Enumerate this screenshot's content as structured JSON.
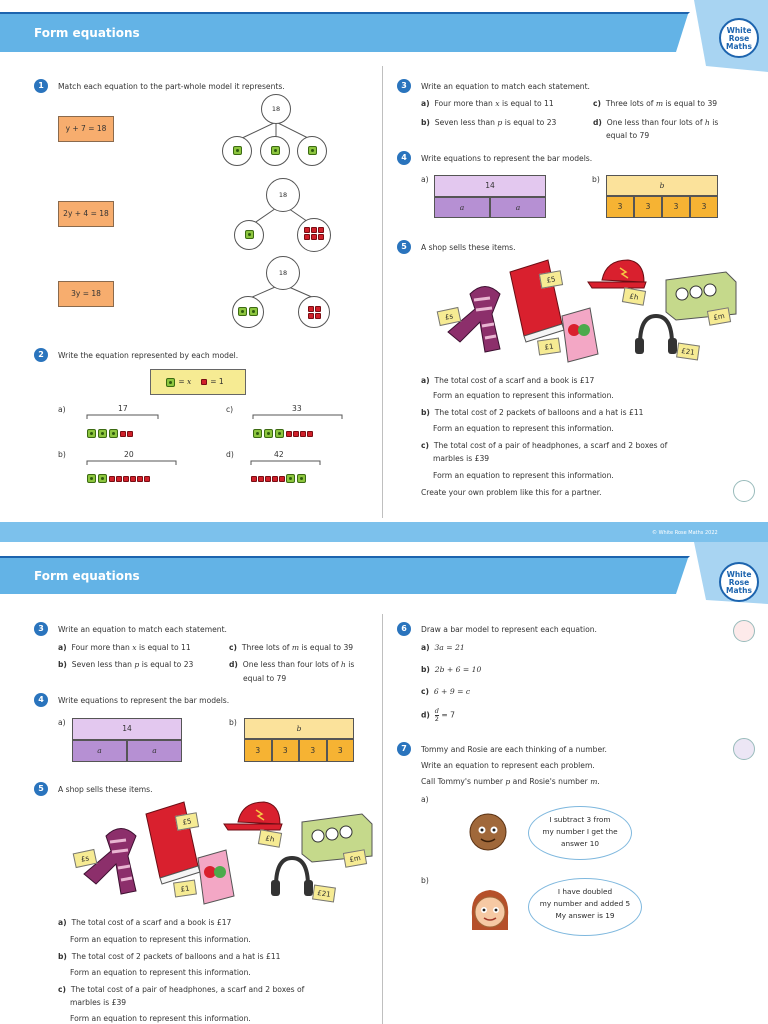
{
  "brand": {
    "logo_lines": [
      "White",
      "Rose",
      "Maths"
    ],
    "color_header": "#63b3e6",
    "color_header_dark": "#1d64ae"
  },
  "footer": {
    "copyright": "© White Rose Maths 2022"
  },
  "page1": {
    "title": "Form equations",
    "q1": {
      "num": "1",
      "text": "Match each equation to the part-whole model it represents.",
      "equations": [
        "y + 7 = 18",
        "2y + 4 = 18",
        "3y = 18"
      ],
      "wholes": [
        "18",
        "18",
        "18"
      ]
    },
    "q2": {
      "num": "2",
      "text": "Write the equation represented by each model.",
      "key_cube": "= x",
      "key_red": "= 1",
      "models": [
        {
          "label": "a)",
          "total": "17"
        },
        {
          "label": "b)",
          "total": "20"
        },
        {
          "label": "c)",
          "total": "33"
        },
        {
          "label": "d)",
          "total": "42"
        }
      ]
    },
    "q3": {
      "num": "3",
      "text": "Write an equation to match each statement.",
      "items": [
        {
          "label": "a)",
          "pre": "Four more than ",
          "var": "x",
          "post": " is equal to 11"
        },
        {
          "label": "b)",
          "pre": "Seven less than ",
          "var": "p",
          "post": " is equal to 23"
        },
        {
          "label": "c)",
          "pre": "Three lots of ",
          "var": "m",
          "post": " is equal to 39"
        },
        {
          "label": "d)",
          "pre": "One less than four lots of ",
          "var": "h",
          "post": " is",
          "line2": "equal to 79"
        }
      ]
    },
    "q4": {
      "num": "4",
      "text": "Write equations to represent the bar models.",
      "a": {
        "label": "a)",
        "total": "14",
        "parts": [
          "a",
          "a"
        ]
      },
      "b": {
        "label": "b)",
        "total": "b",
        "parts": [
          "3",
          "3",
          "3",
          "3"
        ]
      }
    },
    "q5": {
      "num": "5",
      "text": "A shop sells these items.",
      "prices": [
        "£s",
        "£5",
        "£h",
        "£m",
        "£1",
        "£21"
      ],
      "items": [
        {
          "label": "a)",
          "text": "The total cost of a scarf and a book is £17",
          "sub": "Form an equation to represent this information."
        },
        {
          "label": "b)",
          "text": "The total cost of 2 packets of balloons and a hat is £11",
          "sub": "Form an equation to represent this information."
        },
        {
          "label": "c)",
          "text": "The total cost of a pair of headphones, a scarf and 2 boxes of",
          "text2": "marbles is £39",
          "sub": "Form an equation to represent this information."
        }
      ],
      "create": "Create your own problem like this for a partner."
    }
  },
  "page2": {
    "title": "Form equations",
    "q3": {
      "num": "3",
      "text": "Write an equation to match each statement."
    },
    "q4": {
      "num": "4",
      "text": "Write equations to represent the bar models."
    },
    "q5": {
      "num": "5",
      "text": "A shop sells these items."
    },
    "q6": {
      "num": "6",
      "text": "Draw a bar model to represent each equation.",
      "items": [
        {
          "label": "a)",
          "eq": "3a = 21"
        },
        {
          "label": "b)",
          "eq": "2b + 6 = 10"
        },
        {
          "label": "c)",
          "eq": "6 + 9 = c"
        },
        {
          "label": "d)",
          "eq_num": "d",
          "eq_den": "2",
          "eq_rest": "= 7"
        }
      ]
    },
    "q7": {
      "num": "7",
      "text": "Tommy and Rosie are each thinking of a number.",
      "line2": "Write an equation to represent each problem.",
      "line3_pre": "Call Tommy's number ",
      "var_p": "p",
      "line3_mid": " and Rosie's number ",
      "var_m": "m",
      "line3_post": ".",
      "a": {
        "label": "a)",
        "speech": [
          "I subtract 3 from",
          "my number I get the",
          "answer 10"
        ]
      },
      "b": {
        "label": "b)",
        "speech": [
          "I have doubled",
          "my number and added 5",
          "My answer is 19"
        ]
      }
    }
  }
}
